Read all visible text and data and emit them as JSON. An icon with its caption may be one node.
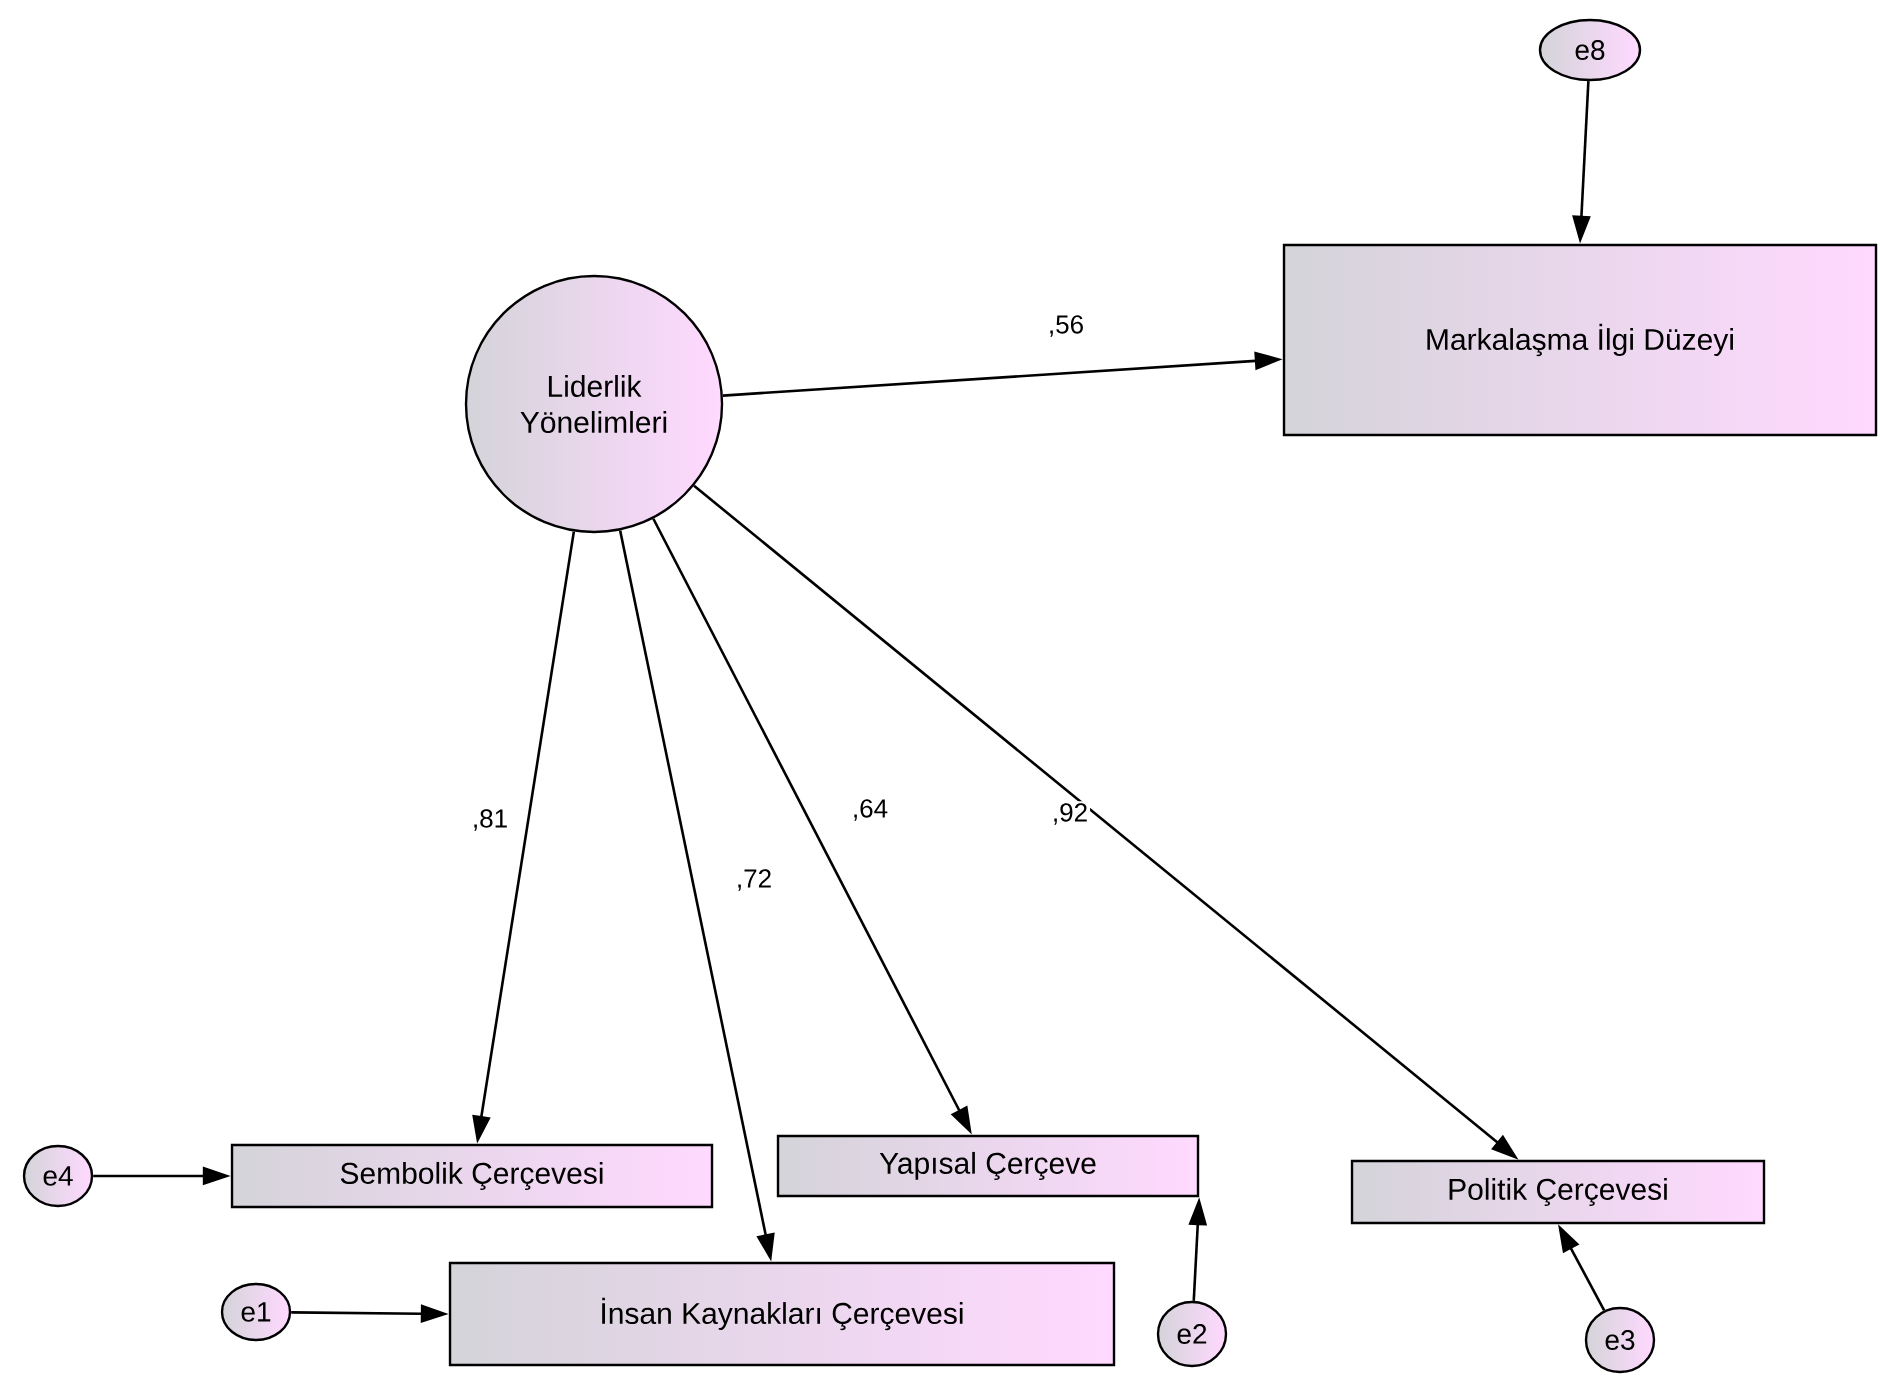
{
  "diagram": {
    "nodes": [
      {
        "text": [
          "Liderlik Yönelimleri"
        ]
      },
      {
        "text": [
          "Markalaşma İlgi Düzeyi"
        ]
      },
      {
        "text": [
          "e8"
        ]
      },
      {
        "text": [
          "Sembolik Çerçevesi"
        ]
      },
      {
        "text": [
          "Yapısal Çerçeve"
        ]
      },
      {
        "text": [
          "Politik Çerçevesi"
        ]
      },
      {
        "text": [
          "İnsan Kaynakları Çerçevesi"
        ]
      },
      {
        "text": [
          "e4"
        ]
      },
      {
        "text": [
          "e1"
        ]
      },
      {
        "text": [
          "e2"
        ]
      },
      {
        "text": [
          "e3"
        ]
      }
    ],
    "edges": [
      {
        "from": 0,
        "to": 1,
        "arrow": "to",
        "label": ",56"
      },
      {
        "from": 2,
        "to": 1,
        "arrow": "to"
      },
      {
        "from": 0,
        "to": 3,
        "arrow": "to",
        "label": ",81"
      },
      {
        "from": 0,
        "to": 6,
        "arrow": "to",
        "label": ",72"
      },
      {
        "from": 0,
        "to": 4,
        "arrow": "to",
        "label": ",64"
      },
      {
        "from": 0,
        "to": 5,
        "arrow": "to",
        "label": ",92"
      },
      {
        "from": 7,
        "to": 3,
        "arrow": "to"
      },
      {
        "from": 8,
        "to": 6,
        "arrow": "to"
      },
      {
        "from": 9,
        "to": 4,
        "arrow": "to"
      },
      {
        "from": 10,
        "to": 5,
        "arrow": "to"
      }
    ]
  }
}
